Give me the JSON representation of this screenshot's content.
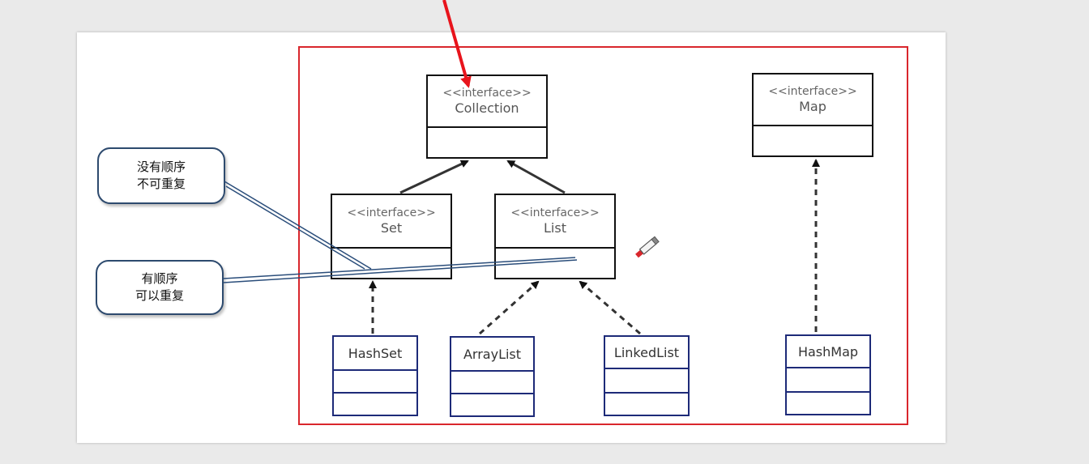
{
  "diagram": {
    "interfaces": {
      "collection": {
        "stereotype": "<<interface>>",
        "name": "Collection"
      },
      "map": {
        "stereotype": "<<interface>>",
        "name": "Map"
      },
      "set": {
        "stereotype": "<<interface>>",
        "name": "Set"
      },
      "list": {
        "stereotype": "<<interface>>",
        "name": "List"
      }
    },
    "classes": {
      "hashset": "HashSet",
      "arraylist": "ArrayList",
      "linkedlist": "LinkedList",
      "hashmap": "HashMap"
    },
    "notes": {
      "set_note": {
        "line1": "没有顺序",
        "line2": "不可重复"
      },
      "list_note": {
        "line1": "有顺序",
        "line2": "可以重复"
      }
    },
    "colors": {
      "frame": "#d9262c",
      "arrow_red": "#e8141c",
      "class_border": "#1d2a78",
      "note_line": "#2a4d7a"
    }
  }
}
